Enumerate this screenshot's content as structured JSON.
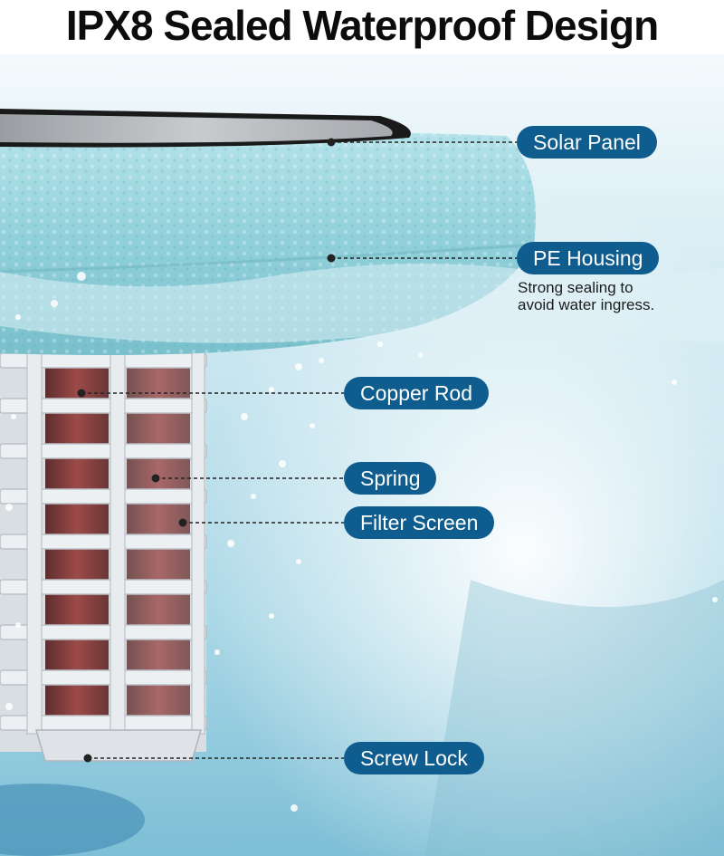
{
  "title": "IPX8 Sealed Waterproof Design",
  "callouts": {
    "solar_panel": "Solar Panel",
    "pe_housing": "PE Housing",
    "pe_housing_note_line1": "Strong sealing to",
    "pe_housing_note_line2": "avoid water ingress.",
    "copper_rod": "Copper Rod",
    "spring": "Spring",
    "filter_screen": "Filter Screen",
    "screw_lock": "Screw Lock"
  },
  "colors": {
    "label_fill": "#0f5d8f",
    "label_text": "#ffffff",
    "water": "#bfe0ec",
    "housing": "#8fcfd8",
    "cage": "#e4e8ec",
    "copper": "#8a4040"
  }
}
